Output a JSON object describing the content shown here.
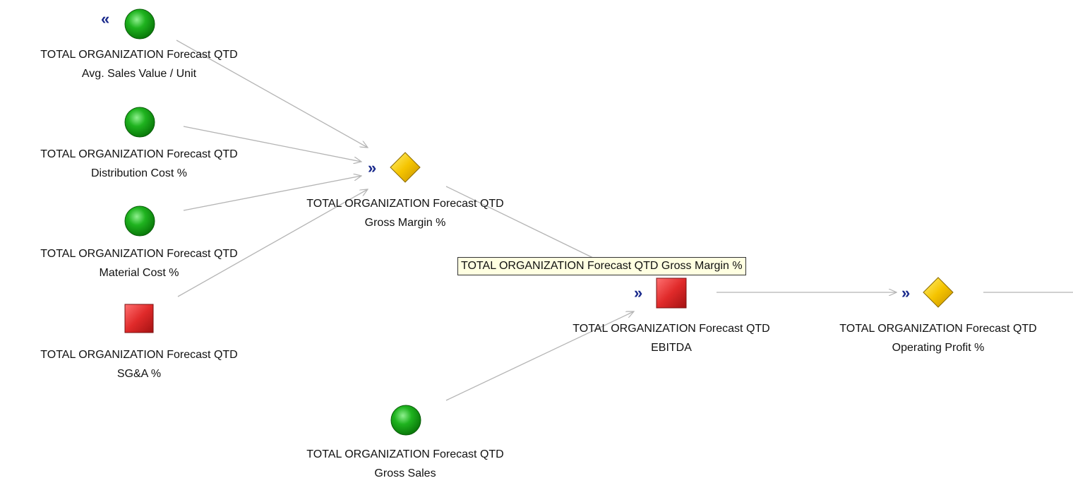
{
  "nodes": {
    "avg_sales": {
      "line1": "TOTAL ORGANIZATION Forecast QTD",
      "line2": "Avg. Sales Value / Unit",
      "status": "green-circle",
      "expand_icon": "«"
    },
    "distribution_cost": {
      "line1": "TOTAL ORGANIZATION Forecast QTD",
      "line2": "Distribution Cost %",
      "status": "green-circle"
    },
    "material_cost": {
      "line1": "TOTAL ORGANIZATION Forecast QTD",
      "line2": "Material Cost %",
      "status": "green-circle"
    },
    "sga": {
      "line1": "TOTAL ORGANIZATION Forecast QTD",
      "line2": "SG&A %",
      "status": "red-square"
    },
    "gross_margin": {
      "line1": "TOTAL ORGANIZATION Forecast QTD",
      "line2": "Gross Margin %",
      "status": "yellow-diamond",
      "expand_icon": "»"
    },
    "gross_sales": {
      "line1": "TOTAL ORGANIZATION Forecast QTD",
      "line2": "Gross Sales",
      "status": "green-circle"
    },
    "ebitda": {
      "line1": "TOTAL ORGANIZATION Forecast QTD",
      "line2": "EBITDA",
      "status": "red-square",
      "expand_icon": "»"
    },
    "operating_profit": {
      "line1": "TOTAL ORGANIZATION Forecast QTD",
      "line2": "Operating Profit %",
      "status": "yellow-diamond",
      "expand_icon": "»"
    }
  },
  "tooltip": {
    "text": "TOTAL ORGANIZATION Forecast QTD Gross Margin %"
  },
  "colors": {
    "green": "#1fb31f",
    "red": "#e02a2a",
    "yellow": "#f5c400",
    "edge": "#b4b4b4",
    "expand": "#1a2a8c",
    "tooltip_bg": "#ffffe1"
  }
}
